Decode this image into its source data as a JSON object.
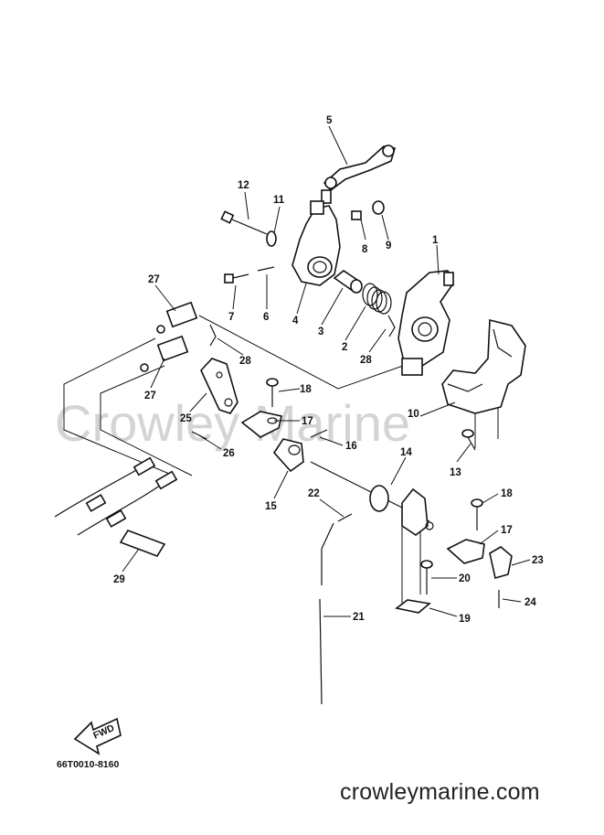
{
  "watermark": "Crowley Marine",
  "diagram_code": "66T0010-8160",
  "fwd_label": "FWD",
  "footer_url": "crowleymarine.com",
  "callouts": {
    "c1": "1",
    "c2": "2",
    "c3": "3",
    "c4": "4",
    "c5": "5",
    "c6": "6",
    "c7": "7",
    "c8": "8",
    "c9": "9",
    "c10": "10",
    "c11": "11",
    "c12": "12",
    "c13": "13",
    "c14": "14",
    "c15": "15",
    "c16": "16",
    "c17a": "17",
    "c17b": "17",
    "c18a": "18",
    "c18b": "18",
    "c19": "19",
    "c20": "20",
    "c21": "21",
    "c22": "22",
    "c23": "23",
    "c24": "24",
    "c25": "25",
    "c26": "26",
    "c27a": "27",
    "c27b": "27",
    "c28a": "28",
    "c28b": "28",
    "c29": "29"
  }
}
